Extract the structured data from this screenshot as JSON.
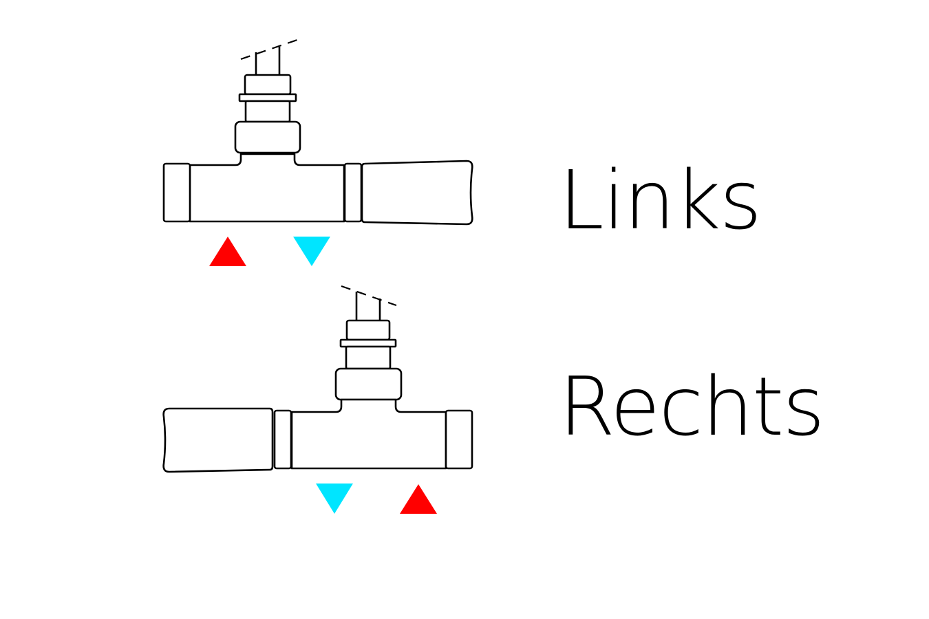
{
  "labels": {
    "left": "Links",
    "right": "Rechts"
  },
  "colors": {
    "hot": "#ff0000",
    "cold": "#00e5ff",
    "outline": "#000000",
    "background": "#ffffff"
  },
  "icons": {
    "hot_arrow": "triangle-up",
    "cold_arrow": "triangle-down"
  }
}
